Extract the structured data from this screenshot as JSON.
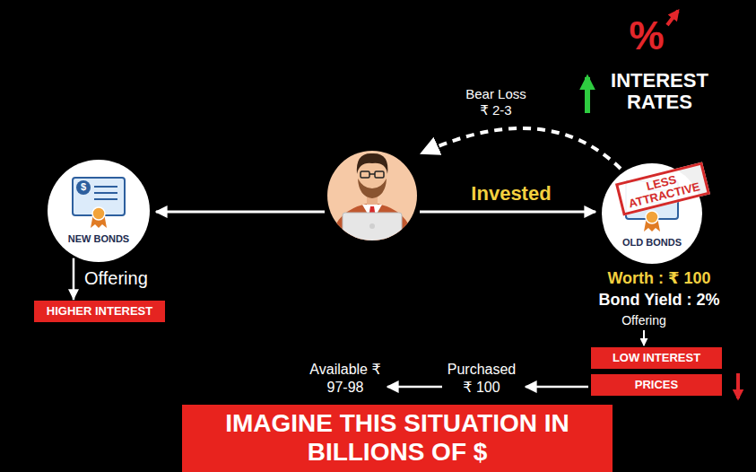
{
  "diagram": {
    "nodes": [
      {
        "text": [
          "NEW BONDS"
        ]
      },
      {
        "text": [
          "OLD BONDS"
        ]
      },
      {
        "text": [
          "LESS ATTRACTIVE"
        ],
        "in": 1
      },
      {
        "text": [
          "HIGHER INTEREST"
        ]
      },
      {
        "text": [
          "LOW INTEREST"
        ]
      },
      {
        "text": [
          "PRICES"
        ]
      },
      {
        "text": [
          "IMAGINE THIS SITUATION IN BILLIONS OF $"
        ]
      }
    ],
    "edges": [
      {
        "from": 0,
        "to": 3,
        "arrow": "to",
        "label": "Offering"
      }
    ],
    "labels": [
      "%",
      "INTEREST RATES",
      "Bear Loss ₹ 2-3",
      "Invested",
      "$",
      "Worth : ₹ 100",
      "Bond Yield : 2%",
      "Offering",
      "Available ₹ 97-98",
      "Purchased ₹ 100"
    ]
  }
}
